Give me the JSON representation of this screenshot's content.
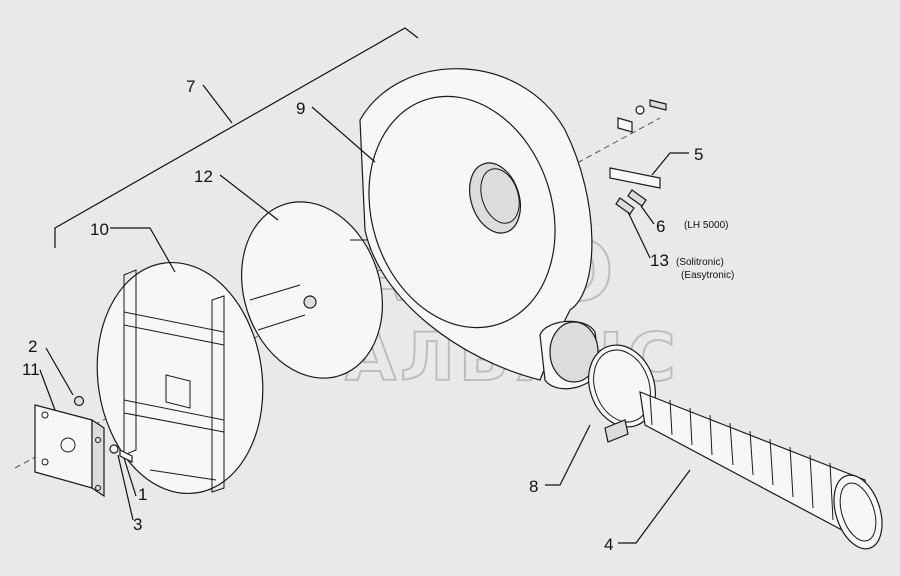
{
  "callouts": {
    "c1": "1",
    "c2": "2",
    "c3": "3",
    "c4": "4",
    "c5": "5",
    "c6": "6",
    "c7": "7",
    "c8": "8",
    "c9": "9",
    "c10": "10",
    "c11": "11",
    "c12": "12",
    "c13": "13"
  },
  "notes": {
    "lh5000": "(LH 5000)",
    "solitronic": "(Solitronic)",
    "easytronic": "(Easytronic)"
  },
  "watermark": {
    "line1": "АВТО",
    "line2": "АЛЬЯНС"
  },
  "colors": {
    "background": "#e9e9e9",
    "line": "#1a1a1a",
    "watermark": "#bdbdbd"
  }
}
